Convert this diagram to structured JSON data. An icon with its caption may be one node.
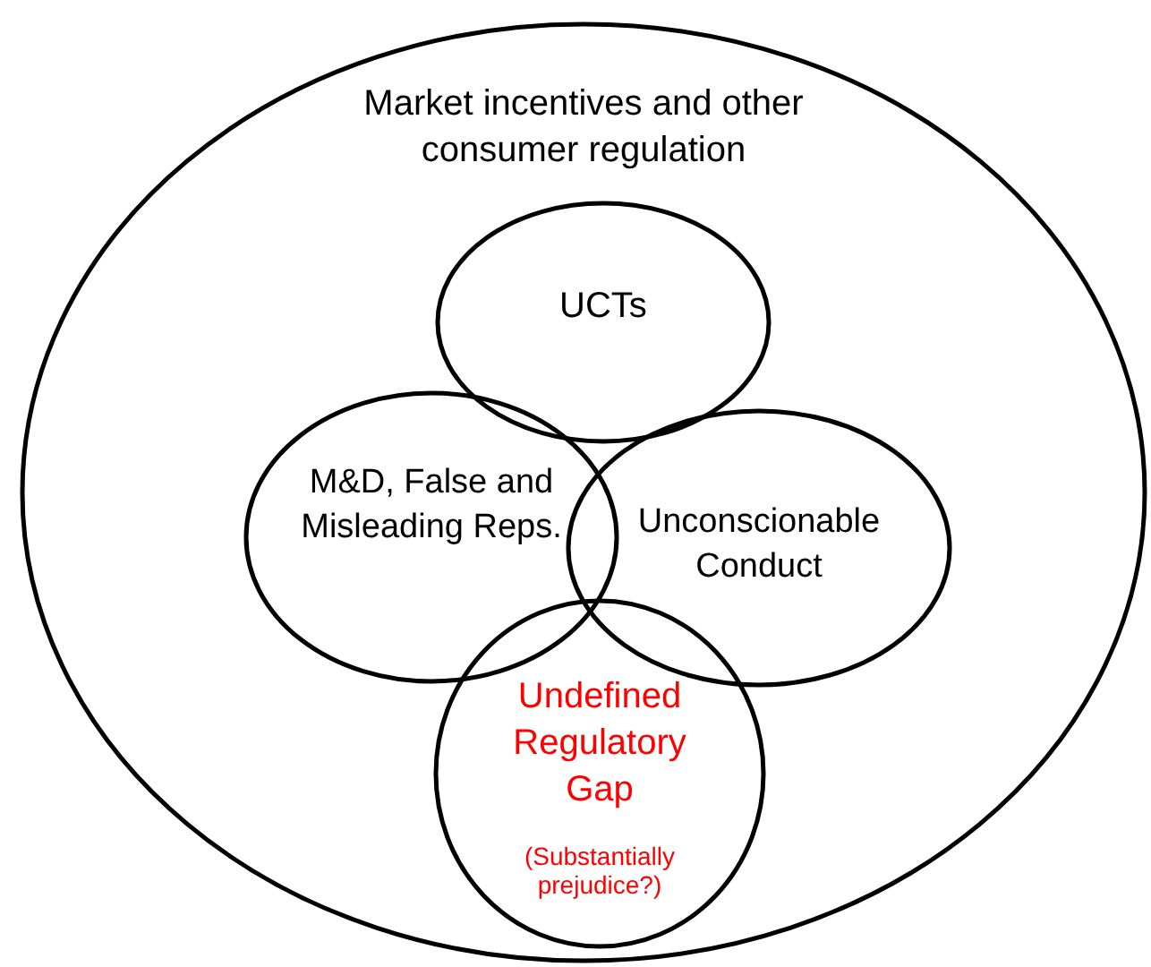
{
  "diagram": {
    "nodes": [
      {
        "text": [
          "Market incentives and other consumer regulation"
        ]
      },
      {
        "text": [
          "UCTs"
        ],
        "in": 0
      },
      {
        "text": [
          "M&D, False and Misleading Reps."
        ],
        "in": 0
      },
      {
        "text": [
          "Unconscionable Conduct"
        ],
        "in": 0
      },
      {
        "text": [
          "Undefined Regulatory Gap",
          "(Substantially prejudice?)"
        ],
        "in": 0
      }
    ]
  }
}
